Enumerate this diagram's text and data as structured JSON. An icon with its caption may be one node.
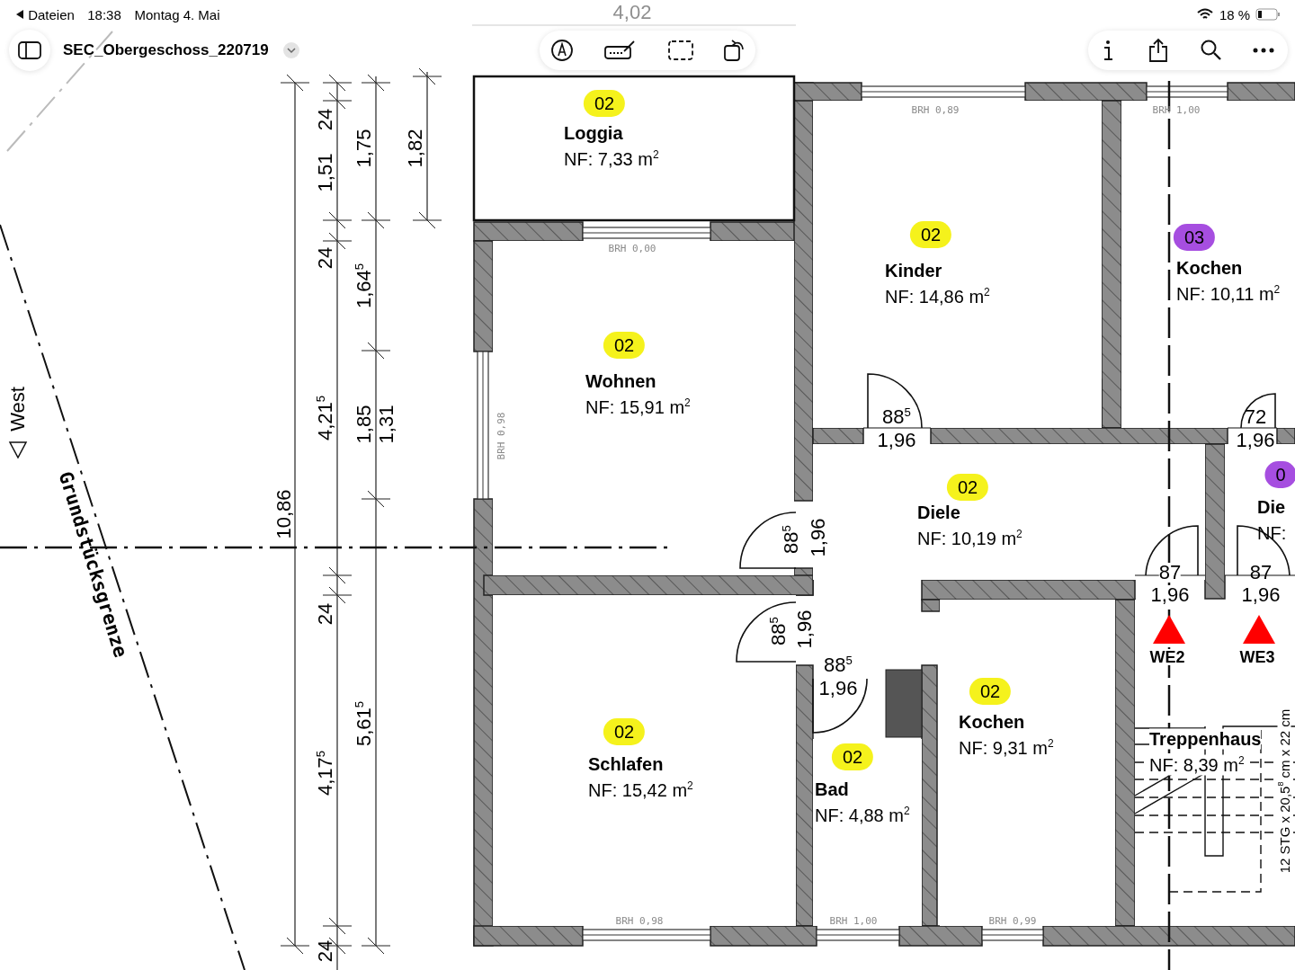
{
  "diagram": {
    "title": "SEC_Obergeschoss_220719",
    "nodes": [
      {
        "text": [
          "Loggia",
          "NF: 7,33 m$^{2}$"
        ]
      },
      {
        "text": [
          "02"
        ],
        "in": 0
      },
      {
        "text": [
          "Kinder",
          "NF: 14,86 m$^{2}$"
        ]
      },
      {
        "text": [
          "02"
        ],
        "in": 2
      },
      {
        "text": [
          "Kochen",
          "NF: 10,11 m$^{2}$"
        ]
      },
      {
        "text": [
          "03"
        ],
        "in": 4
      },
      {
        "text": [
          "Wohnen",
          "NF: 15,91 m$^{2}$"
        ]
      },
      {
        "text": [
          "02"
        ],
        "in": 6
      },
      {
        "text": [
          "Diele",
          "NF: 10,19 m$^{2}$"
        ]
      },
      {
        "text": [
          "02"
        ],
        "in": 8
      },
      {
        "text": [
          "Die",
          "NF:"
        ]
      },
      {
        "text": [
          "0"
        ],
        "in": 10
      },
      {
        "text": [
          "Kochen",
          "NF: 9,31 m$^{2}$"
        ]
      },
      {
        "text": [
          "02"
        ],
        "in": 12
      },
      {
        "text": [
          "Schlafen",
          "NF: 15,42 m$^{2}$"
        ]
      },
      {
        "text": [
          "02"
        ],
        "in": 14
      },
      {
        "text": [
          "Bad",
          "NF: 4,88 m$^{2}$"
        ]
      },
      {
        "text": [
          "02"
        ],
        "in": 16
      },
      {
        "text": [
          "Treppenhaus",
          "NF: 8,39 m$^{2}$"
        ]
      }
    ],
    "labels": [
      "Dateien",
      "18:38",
      "Montag 4. Mai",
      "18 %",
      "4,02",
      "24",
      "1,51",
      "1,75",
      "1,82",
      "BRH 0,89",
      "BRH 1,00",
      "24",
      "BRH 0,00",
      "1,64$^{5}$",
      "88$^{5}$",
      "1,96",
      "72",
      "1,96",
      "West",
      "4,21$^{5}$",
      "1,85",
      "1,31",
      "BRH 0,98",
      "Grundstücksgrenze",
      "10,86",
      "88$^{5}$",
      "1,96",
      "87",
      "1,96",
      "87",
      "1,96",
      "24",
      "88$^{5}$",
      "1,96",
      "WE2",
      "WE3",
      "88$^{5}$",
      "1,96",
      "12 STG x 20,5$^{8}$ cm x 22 cm",
      "5,61$^{5}$",
      "4,17$^{5}$",
      "BRH 0,98",
      "BRH 1,00",
      "BRH 0,99",
      "24"
    ]
  }
}
